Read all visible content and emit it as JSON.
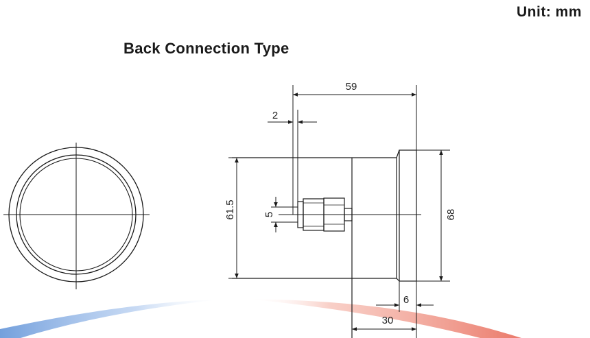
{
  "header": {
    "unit_label": "Unit: mm",
    "title": "Back Connection Type"
  },
  "dimensions": {
    "total_length": "59",
    "wall_thickness": "2",
    "case_diameter": "61.5",
    "thread_size": "5",
    "flange_diameter": "68",
    "flange_thickness": "6",
    "case_depth": "30"
  },
  "colors": {
    "line": "#1a1a1a",
    "swoosh_blue": "#5b8fd6",
    "swoosh_red": "#e86b5a"
  }
}
